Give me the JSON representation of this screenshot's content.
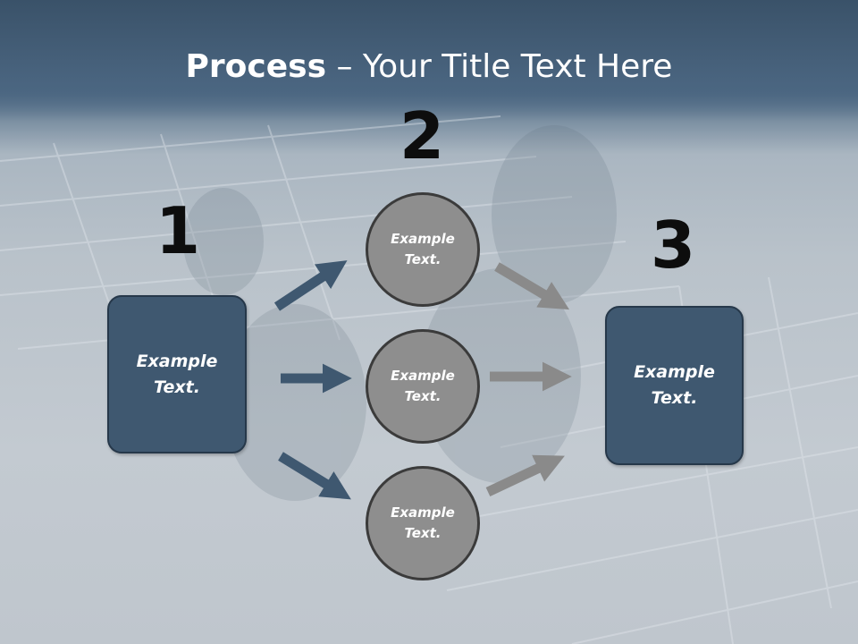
{
  "title": {
    "bold": "Process",
    "rest": " – Your Title Text Here"
  },
  "steps": [
    {
      "number": "1",
      "label": "Example\nText."
    },
    {
      "number": "2",
      "circles": [
        "Example\nText.",
        "Example\nText.",
        "Example\nText."
      ]
    },
    {
      "number": "3",
      "label": "Example\nText."
    }
  ],
  "colors": {
    "box_fill": "#3f5870",
    "circle_fill": "#8e8e8e",
    "arrow_blue": "#3f5870",
    "arrow_gray": "#8a8a8a"
  },
  "icons": {
    "arrow": "arrow-right-icon"
  }
}
